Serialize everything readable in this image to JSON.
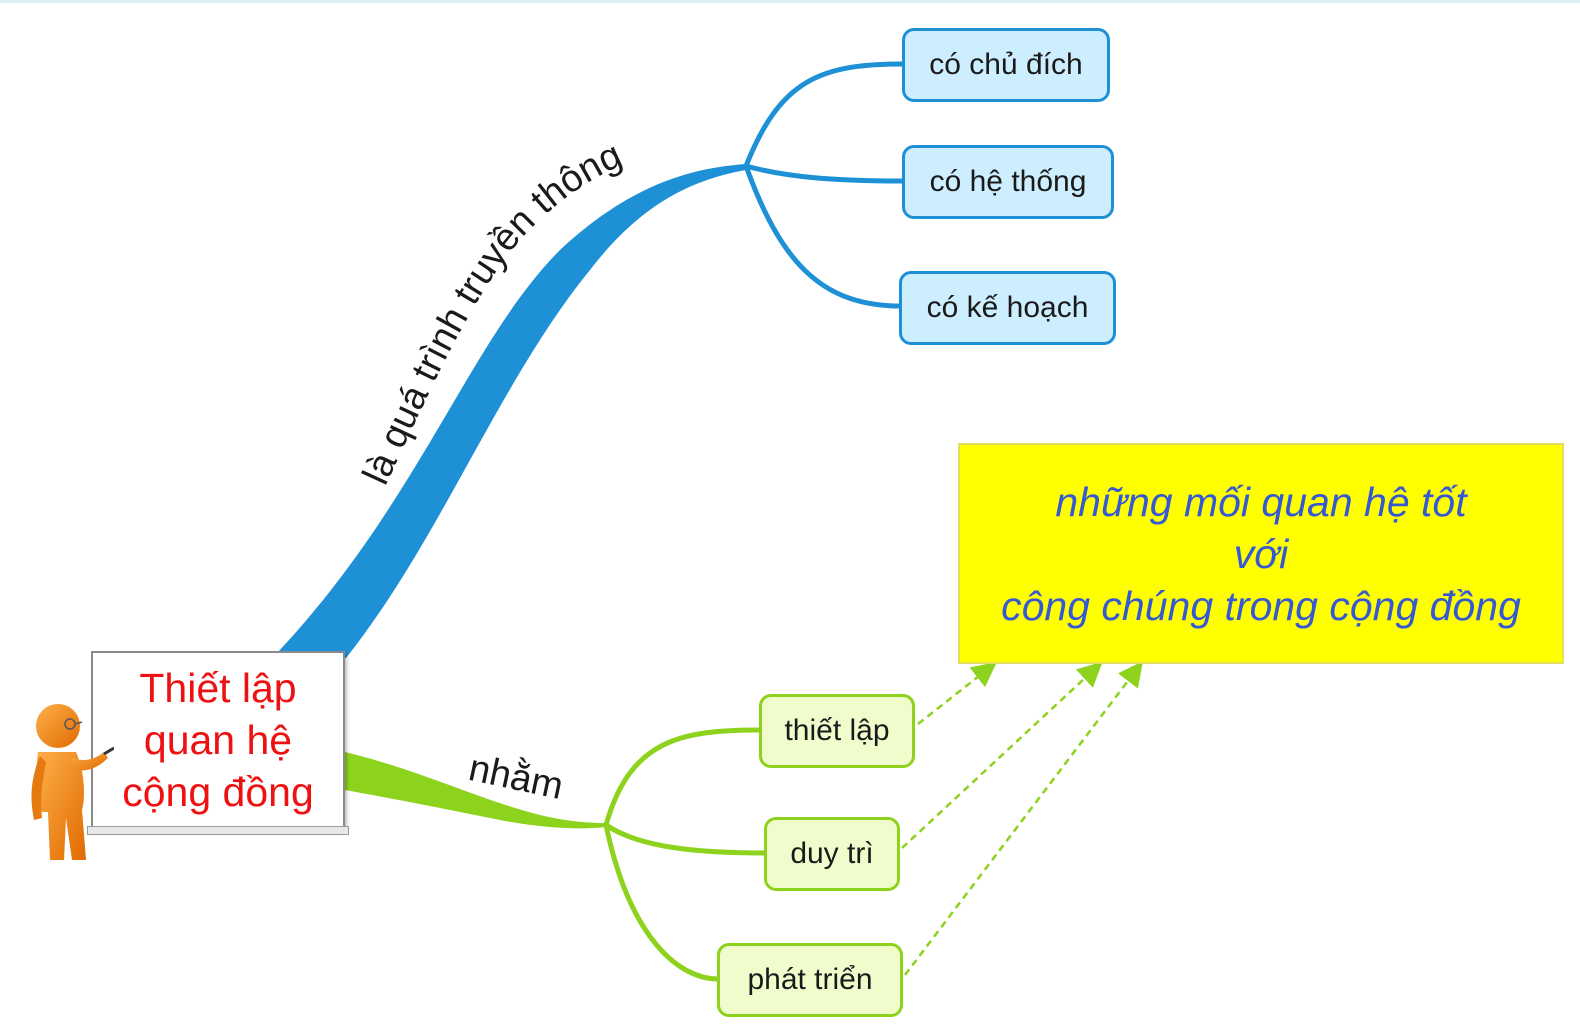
{
  "central": {
    "lines": [
      "Thiết lập",
      "quan hệ",
      "cộng đồng"
    ]
  },
  "branch_top": {
    "label": "là quá trình truyền thông",
    "color": "#1e90d6",
    "children": [
      "có chủ đích",
      "có hệ thống",
      "có kế hoạch"
    ]
  },
  "branch_bottom": {
    "label": "nhằm",
    "color": "#8dd21c",
    "children": [
      "thiết lập",
      "duy trì",
      "phát triển"
    ]
  },
  "result": {
    "lines": [
      "những mối quan hệ tốt",
      "với",
      "công chúng trong cộng đồng"
    ],
    "background": "#ffff00",
    "text_color": "#3558d3"
  },
  "icons": {
    "presenter": "person-presenting-icon"
  }
}
